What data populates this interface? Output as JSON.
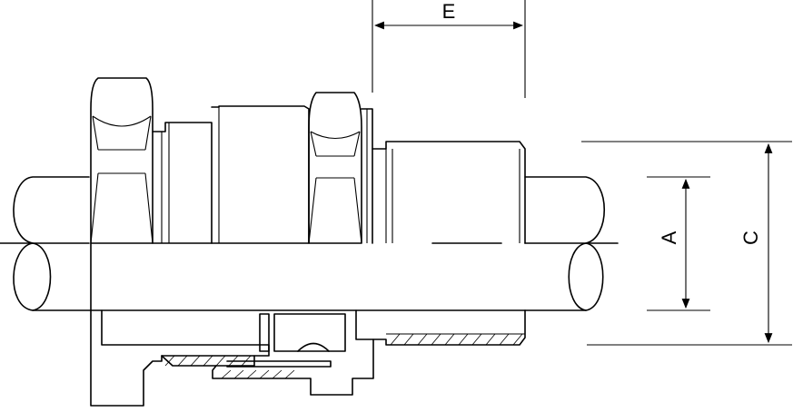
{
  "diagram": {
    "dimensions": [
      {
        "id": "E",
        "label": "E"
      },
      {
        "id": "A",
        "label": "A"
      },
      {
        "id": "C",
        "label": "C"
      }
    ]
  }
}
